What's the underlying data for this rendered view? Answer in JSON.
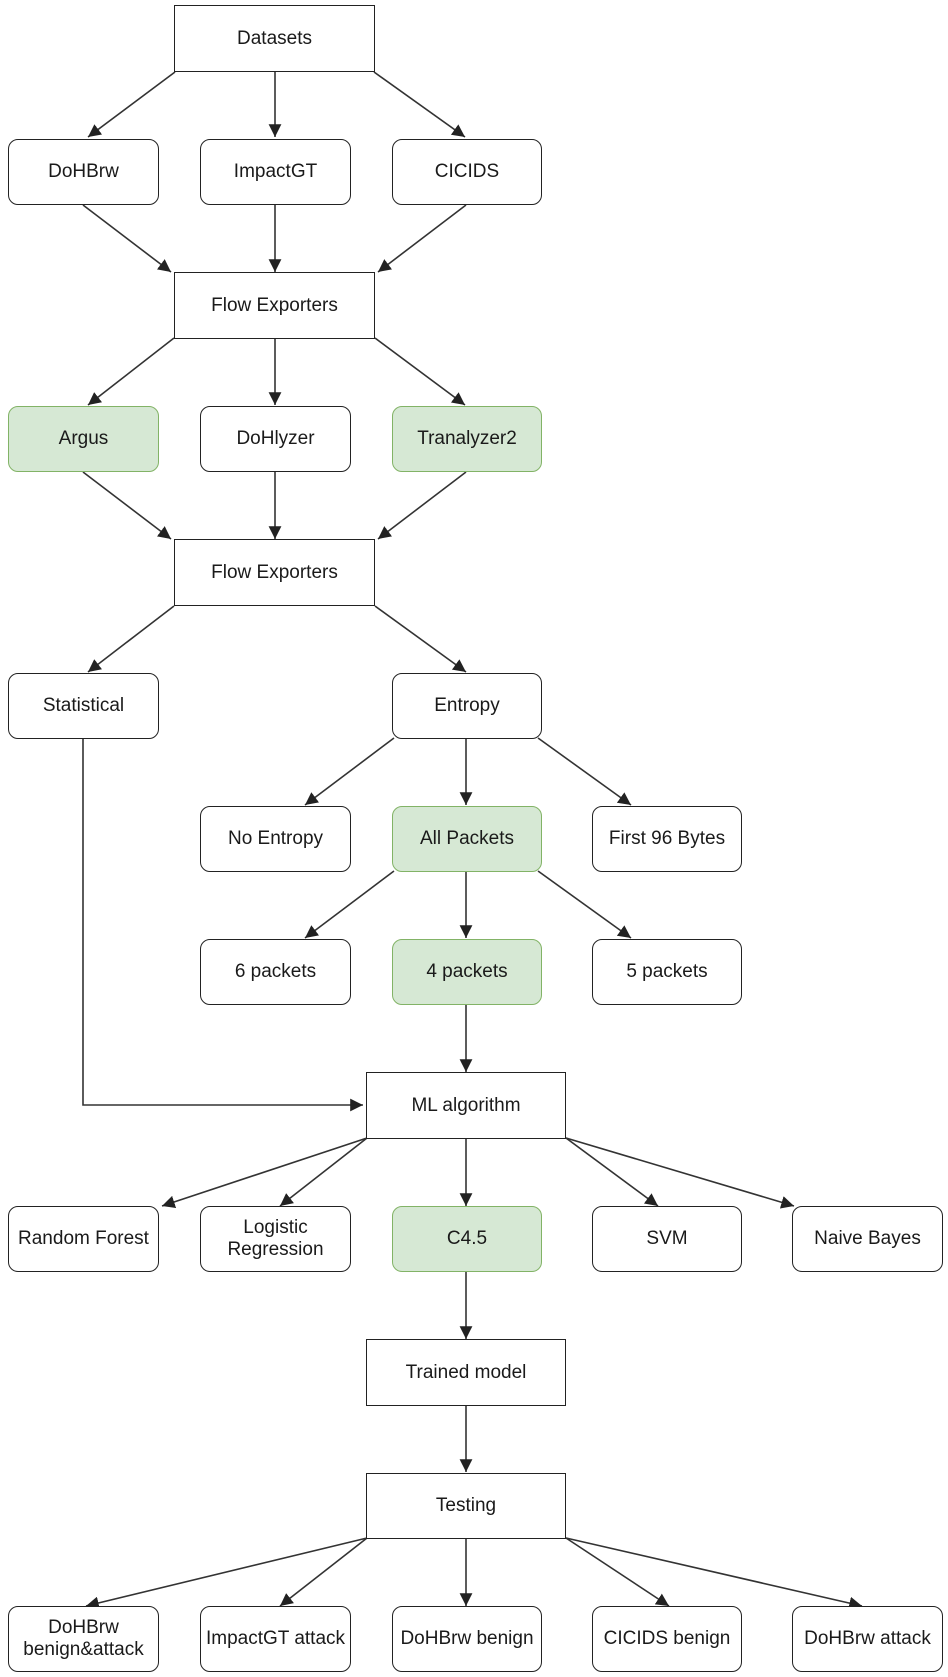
{
  "nodes": {
    "datasets": "Datasets",
    "dohbrw": "DoHBrw",
    "impactgt": "ImpactGT",
    "cicids": "CICIDS",
    "flow_exporters_1": "Flow Exporters",
    "argus": "Argus",
    "dohlyzer": "DoHlyzer",
    "tranalyzer2": "Tranalyzer2",
    "flow_exporters_2": "Flow Exporters",
    "statistical": "Statistical",
    "entropy": "Entropy",
    "no_entropy": "No Entropy",
    "all_packets": "All Packets",
    "first_96_bytes": "First 96 Bytes",
    "six_packets": "6 packets",
    "four_packets": "4 packets",
    "five_packets": "5 packets",
    "ml_algorithm": "ML  algorithm",
    "random_forest": "Random Forest",
    "logistic_regression": "Logistic\nRegression",
    "c45": "C4.5",
    "svm": "SVM",
    "naive_bayes": "Naive Bayes",
    "trained_model": "Trained model",
    "testing": "Testing",
    "dohbrw_benign_attack": "DoHBrw\nbenign&attack",
    "impactgt_attack": "ImpactGT attack",
    "dohbrw_benign": "DoHBrw benign",
    "cicids_benign": "CICIDS benign",
    "dohbrw_attack": "DoHBrw attack"
  },
  "colors": {
    "highlight_fill": "#d6e8d4",
    "highlight_stroke": "#82b366",
    "stroke": "#222222"
  }
}
